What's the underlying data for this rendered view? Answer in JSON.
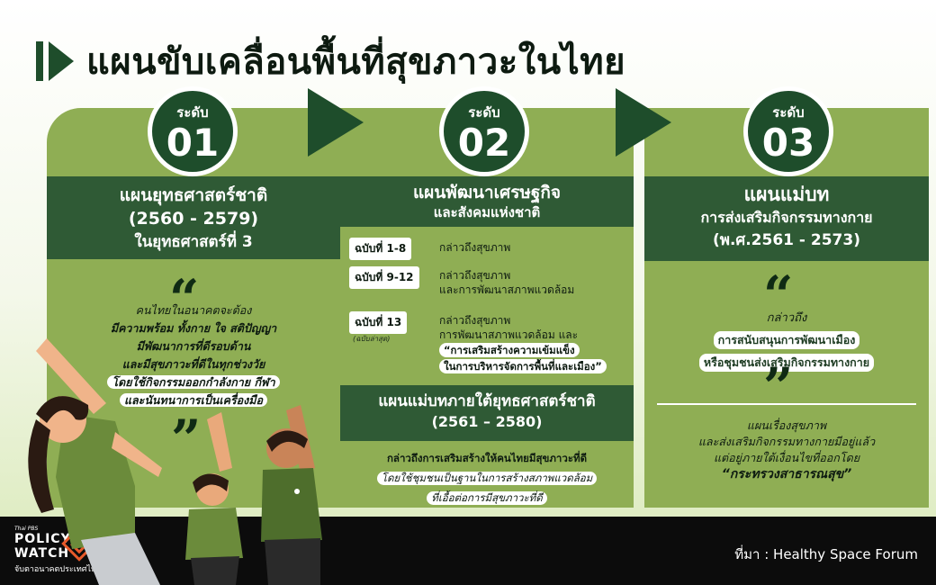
{
  "title": "แผนขับเคลื่อนพื้นที่สุขภาวะในไทย",
  "levels": [
    {
      "label": "ระดับ",
      "num": "01"
    },
    {
      "label": "ระดับ",
      "num": "02"
    },
    {
      "label": "ระดับ",
      "num": "03"
    }
  ],
  "col1": {
    "head_l1": "แผนยุทธศาสตร์ชาติ",
    "head_l2": "(2560 - 2579)",
    "head_l3": "ในยุทธศาสตร์ที่ 3",
    "quote_open": "“",
    "quote_close": "”",
    "lines": [
      "คนไทยในอนาคตจะต้อง",
      "มีความพร้อม ทั้งกาย ใจ สติปัญญา",
      "มีพัฒนาการที่ดีรอบด้าน",
      "และมีสุขภาวะที่ดีในทุกช่วงวัย",
      "โดยใช้กิจกรรมออกกำลังกาย กีฬา",
      "และนันทนาการเป็นเครื่องมือ"
    ]
  },
  "col2": {
    "head_l1": "แผนพัฒนาเศรษฐกิจ",
    "head_l2": "และสังคมแห่งชาติ",
    "editions": [
      {
        "tag": "ฉบับที่ 1-8",
        "text": "กล่าวถึงสุขภาพ"
      },
      {
        "tag": "ฉบับที่ 9-12",
        "text": "กล่าวถึงสุขภาพ",
        "text2": "และการพัฒนาสภาพแวดล้อม"
      },
      {
        "tag": "ฉบับที่ 13",
        "note": "(ฉบับล่าสุด)",
        "text": "กล่าวถึงสุขภาพ",
        "text2": "การพัฒนาสภาพแวดล้อม และ",
        "hl1": "“การเสริมสร้างความเข้มแข็ง",
        "hl2": "ในการบริหารจัดการพื้นที่และเมือง”"
      }
    ],
    "head2_l1": "แผนแม่บทภายใต้ยุทธศาสตร์ชาติ",
    "head2_l2": "(2561 – 2580)",
    "bottom_l1": "กล่าวถึงการเสริมสร้างให้คนไทยมีสุขภาวะที่ดี",
    "bottom_l2": "โดยใช้ชุมชนเป็นฐานในการสร้างสภาพแวดล้อม",
    "bottom_l3": "ที่เอื้อต่อการมีสุขภาวะที่ดี"
  },
  "col3": {
    "head_l1": "แผนแม่บท",
    "head_l2": "การส่งเสริมกิจกรรมทางกาย",
    "head_l3": "(พ.ศ.2561 - 2573)",
    "quote_open": "“",
    "quote_close": "”",
    "mid_l1": "กล่าวถึง",
    "mid_l2": "การสนับสนุนการพัฒนาเมือง",
    "mid_l3": "หรือชุมชนส่งเสริมกิจกรรมทางกาย",
    "bottom_l1": "แผนเรื่องสุขภาพ",
    "bottom_l2": "และส่งเสริมกิจกรรมทางกายมีอยู่แล้ว",
    "bottom_l3": "แต่อยู่ภายใต้เงื่อนไขที่ออกโดย",
    "bottom_l4": "“กระทรวงสาธารณสุข”"
  },
  "footer": {
    "brand_small": "Thai PBS",
    "brand_l1": "POLICY",
    "brand_l2": "WATCH",
    "brand_sub": "จับตาอนาคตประเทศไทย",
    "source": "ที่มา : Healthy Space Forum"
  },
  "colors": {
    "panel": "#8fae54",
    "dark": "#2f5a35",
    "badge": "#1e4d2b",
    "accent": "#e85a2a"
  }
}
